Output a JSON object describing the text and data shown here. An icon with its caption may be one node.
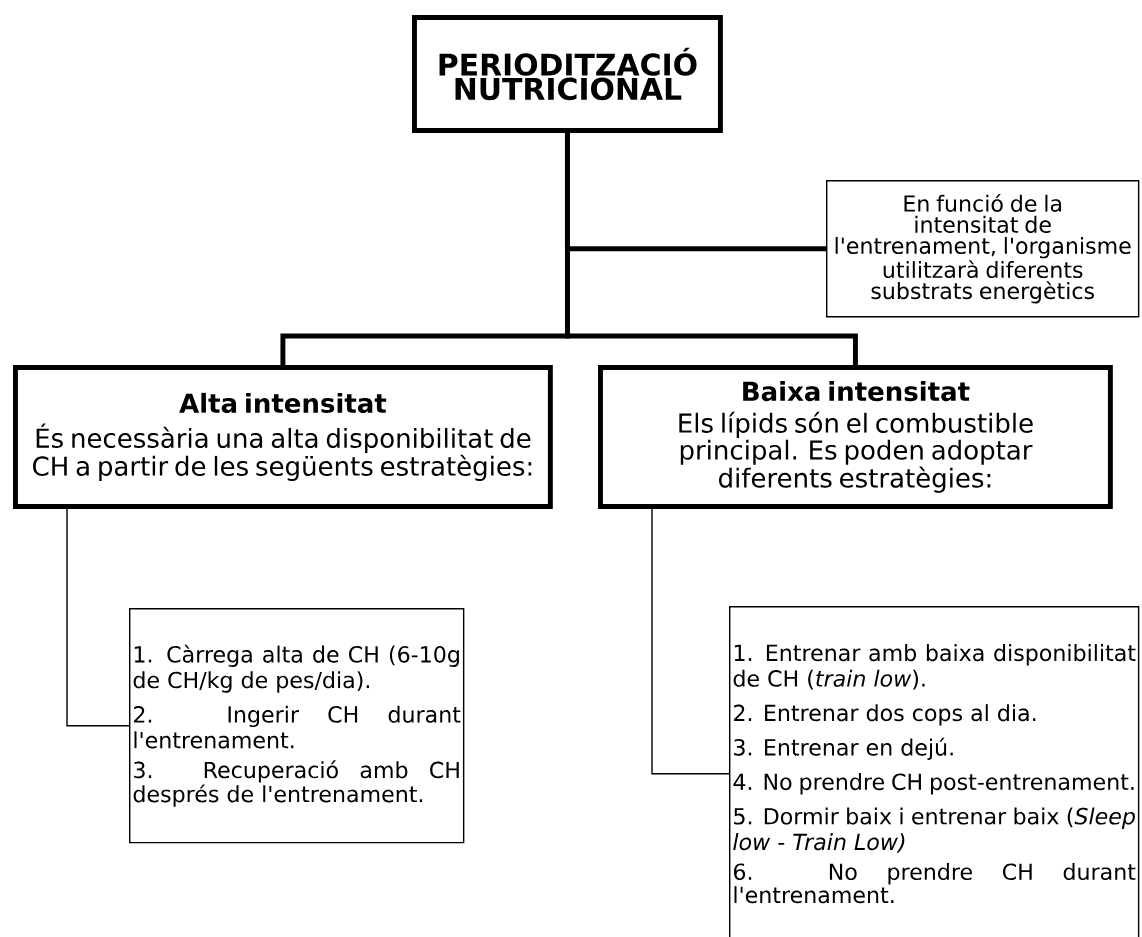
{
  "diagram": {
    "nodes": [
      {
        "text": [
          "PERIODITZACIÓ NUTRICIONAL"
        ]
      },
      {
        "text": [
          "En funció de la intensitat de l'entrenament, l'organisme utilitzarà diferents substrats energètics"
        ]
      },
      {
        "text": [
          "Alta intensitat",
          "És necessària una alta disponibilitat de CH a partir de les següents estratègies:"
        ]
      },
      {
        "text": [
          "Baixa intensitat",
          "Els lípids són el combustible principal. Es poden adoptar diferents estratègies:"
        ]
      },
      {
        "text": [
          "1. Càrrega alta de CH (6-10g de CH/kg de pes/dia).",
          "2. Ingerir CH durant l'entrenament.",
          "3. Recuperació amb CH després de l'entrenament."
        ]
      },
      {
        "text": [
          "1. Entrenar amb baixa disponibilitat de CH (*train low*).",
          "2. Entrenar dos cops al dia.",
          "3. Entrenar en dejú.",
          "4. No prendre CH post-entrenament.",
          "5. Dormir baix i entrenar baix (*Sleep low - Train Low)*",
          "6. No prendre CH durant l'entrenament."
        ]
      }
    ],
    "edges": [
      {
        "from": 0,
        "to": 1,
        "arrow": "none"
      },
      {
        "from": 0,
        "to": 2,
        "arrow": "none"
      },
      {
        "from": 0,
        "to": 3,
        "arrow": "none"
      },
      {
        "from": 2,
        "to": 4,
        "arrow": "none"
      },
      {
        "from": 3,
        "to": 5,
        "arrow": "none"
      }
    ]
  }
}
